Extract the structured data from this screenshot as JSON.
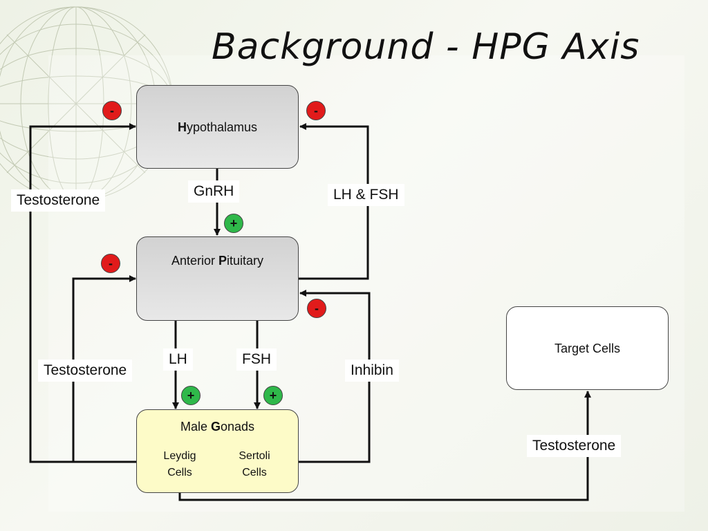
{
  "title": "Background - HPG Axis",
  "nodes": {
    "hypothalamus": {
      "bold": "H",
      "rest": "ypothalamus"
    },
    "pituitary": {
      "prefix": "Anterior ",
      "bold": "P",
      "rest": "ituitary"
    },
    "gonads": {
      "prefix": "Male ",
      "bold": "G",
      "rest": "onads"
    },
    "leydig": [
      "Leydig",
      "Cells"
    ],
    "sertoli": [
      "Sertoli",
      "Cells"
    ],
    "target": "Target Cells"
  },
  "labels": {
    "gnrh": "GnRH",
    "lh_fsh": "LH & FSH",
    "testosterone_top": "Testosterone",
    "testosterone_mid": "Testosterone",
    "testosterone_target": "Testosterone",
    "lh": "LH",
    "fsh": "FSH",
    "inhibin": "Inhibin"
  },
  "signs": {
    "hyp_left": "-",
    "hyp_right": "-",
    "pit_left": "-",
    "pit_right": "-",
    "gnrh_effect": "+",
    "lh_effect": "+",
    "fsh_effect": "+"
  },
  "colors": {
    "negative": "#e11b1b",
    "positive": "#2fb84a",
    "gray_box": "#dcdcdc",
    "gonad_box": "#fdfbc8"
  }
}
